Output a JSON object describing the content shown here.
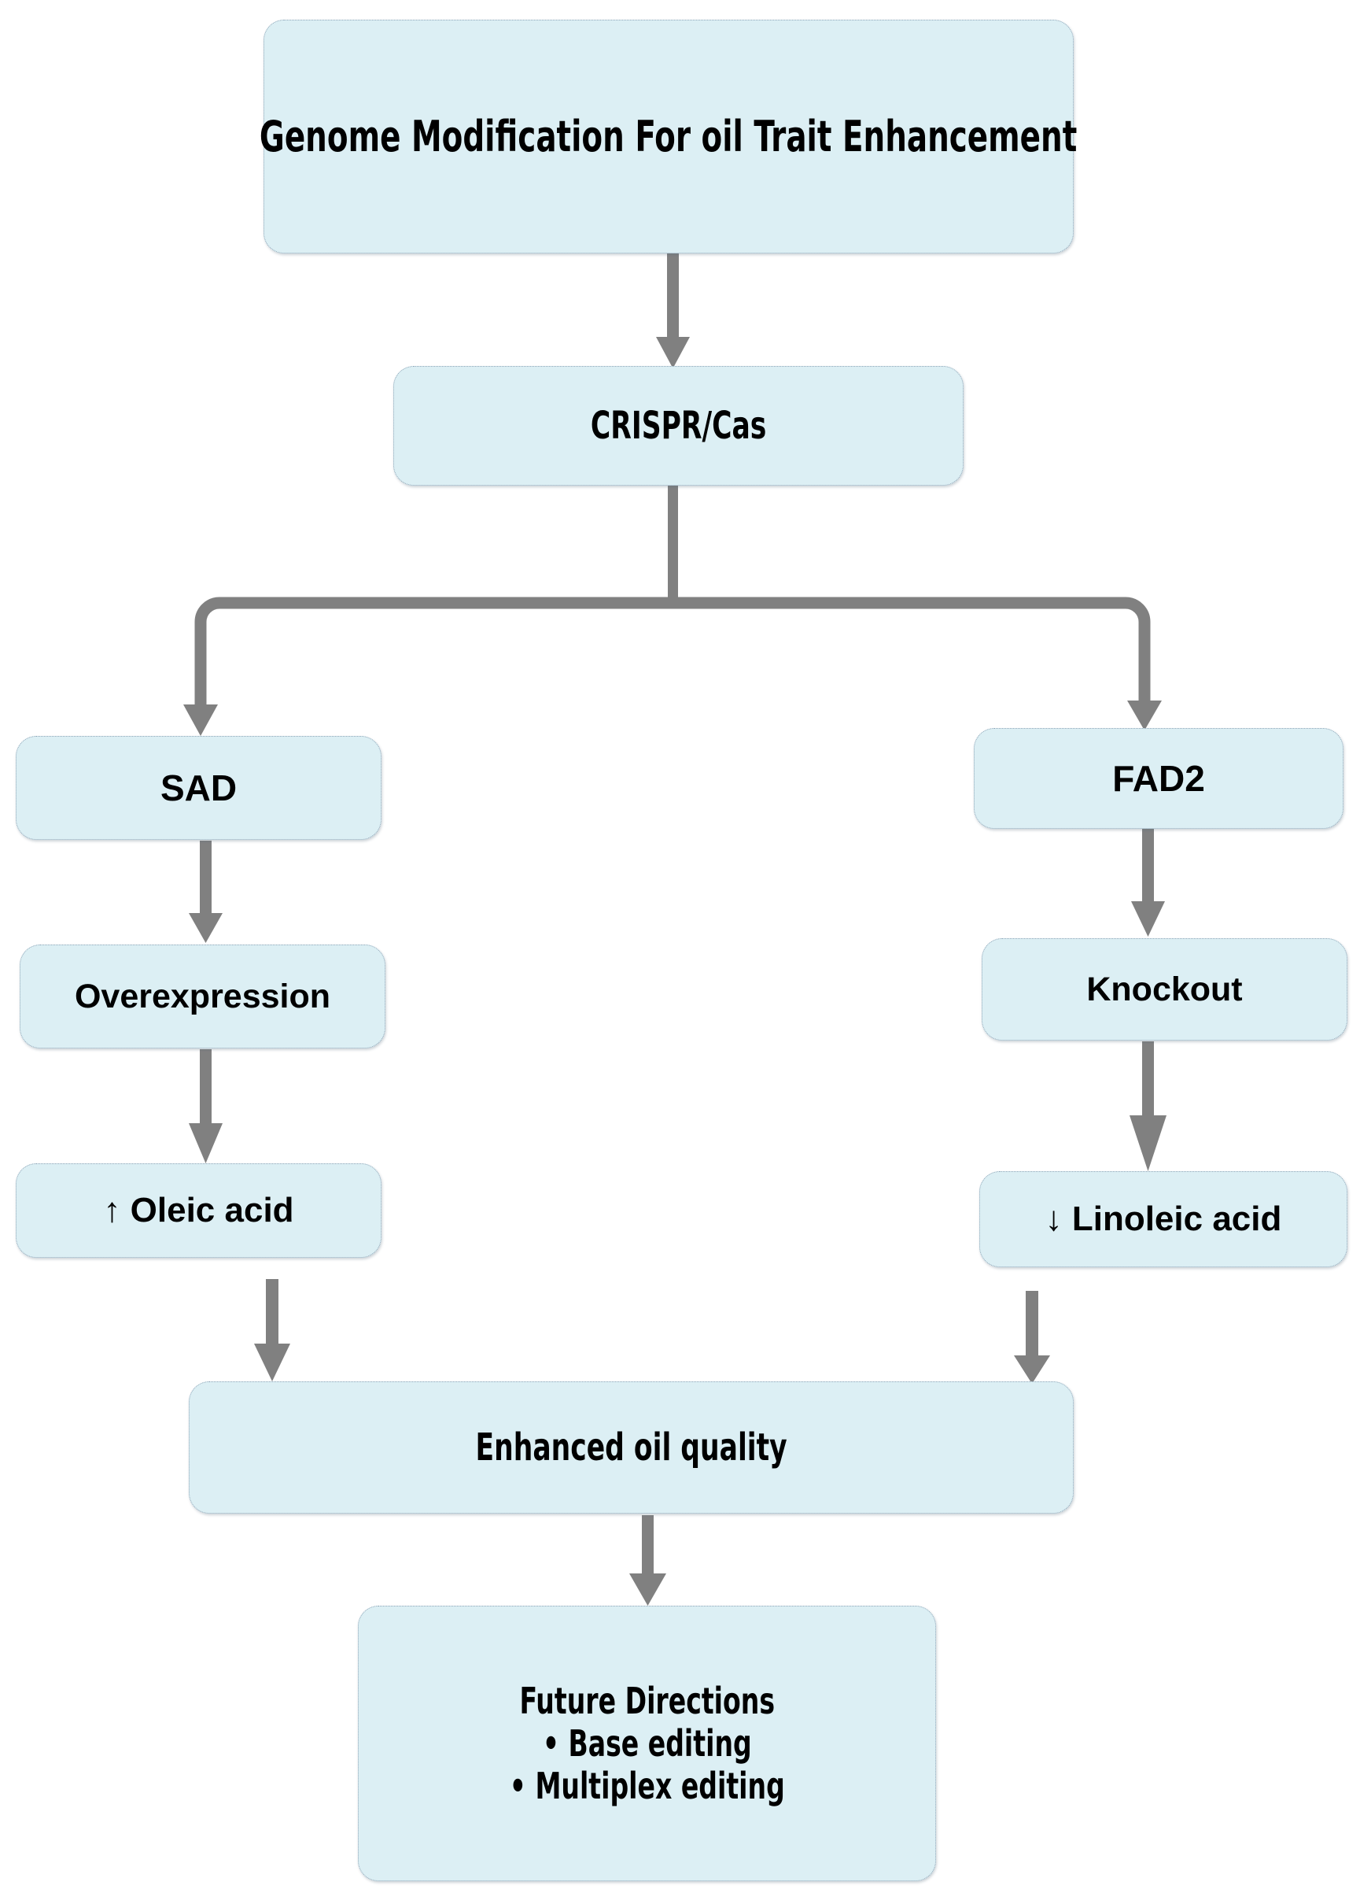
{
  "diagram": {
    "title": "Genome Modification For oil Trait Enhancement",
    "theme": {
      "node_fill": "#dceff4",
      "node_border": "#8fa6b8",
      "connector": "#808080",
      "text": "#000000",
      "background": "#ffffff"
    },
    "nodes": {
      "root": {
        "label": "Genome Modification For oil Trait Enhancement"
      },
      "tool": {
        "label": "CRISPR/Cas"
      },
      "gene_left": {
        "label": "SAD"
      },
      "gene_right": {
        "label": "FAD2"
      },
      "action_left": {
        "label": "Overexpression"
      },
      "action_right": {
        "label": "Knockout"
      },
      "outcome_left": {
        "label": "↑ Oleic acid"
      },
      "outcome_right": {
        "label": "↓ Linoleic acid"
      },
      "result": {
        "label": "Enhanced oil quality"
      },
      "future": {
        "heading": "Future Directions",
        "items": [
          "• Base editing",
          "• Multiplex editing"
        ]
      }
    },
    "edges": [
      {
        "name": "root-to-tool",
        "from": "root",
        "to": "tool",
        "kind": "straight-down"
      },
      {
        "name": "tool-to-branch",
        "from": "tool",
        "to": "branch-bar",
        "kind": "straight-down"
      },
      {
        "name": "branch-to-sad",
        "from": "branch-bar",
        "to": "gene_left",
        "kind": "elbow-down-left"
      },
      {
        "name": "branch-to-fad2",
        "from": "branch-bar",
        "to": "gene_right",
        "kind": "elbow-down-right"
      },
      {
        "name": "sad-to-overexpression",
        "from": "gene_left",
        "to": "action_left",
        "kind": "straight-down"
      },
      {
        "name": "fad2-to-knockout",
        "from": "gene_right",
        "to": "action_right",
        "kind": "straight-down"
      },
      {
        "name": "overexpression-to-oleic",
        "from": "action_left",
        "to": "outcome_left",
        "kind": "straight-down"
      },
      {
        "name": "knockout-to-linoleic",
        "from": "action_right",
        "to": "outcome_right",
        "kind": "straight-down"
      },
      {
        "name": "oleic-to-result",
        "from": "outcome_left",
        "to": "result",
        "kind": "straight-down"
      },
      {
        "name": "linoleic-to-result",
        "from": "outcome_right",
        "to": "result",
        "kind": "straight-down"
      },
      {
        "name": "result-to-future",
        "from": "result",
        "to": "future",
        "kind": "straight-down"
      }
    ]
  }
}
